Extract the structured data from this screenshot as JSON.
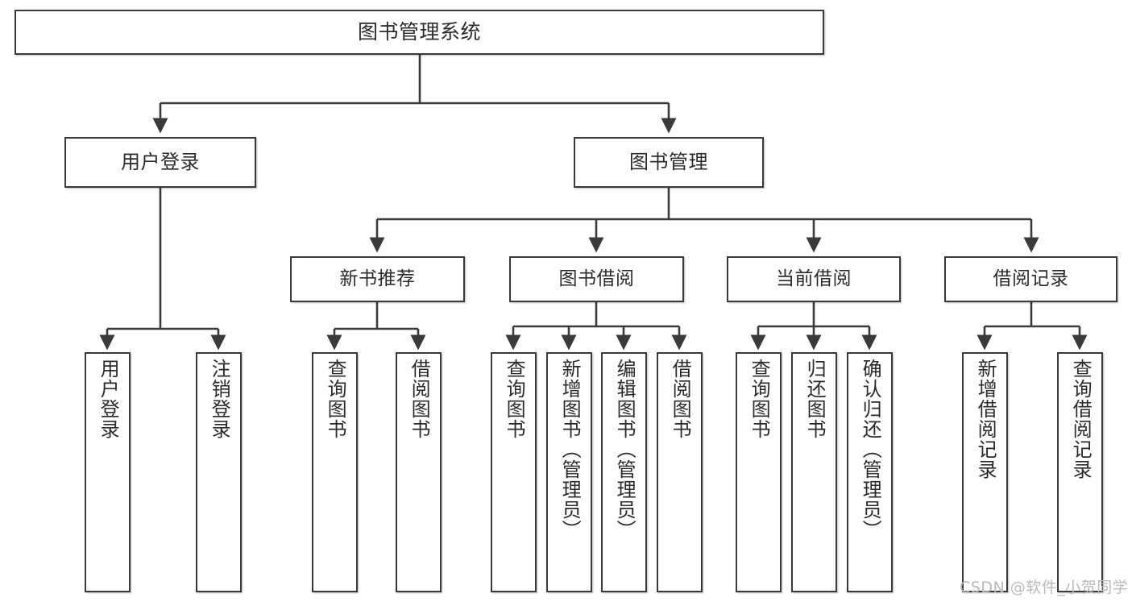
{
  "diagram": {
    "type": "tree",
    "title": "图书管理系统",
    "watermark": "CSDN @软件_小贺同学",
    "colors": {
      "stroke": "#3a3a3a",
      "fill": "#ffffff",
      "text": "#2b2b2b",
      "watermark": "#b9b9b9",
      "background": "#ffffff"
    },
    "levels": {
      "root": {
        "label": "图书管理系统"
      },
      "level2": [
        {
          "id": "user-login",
          "label": "用户登录"
        },
        {
          "id": "book-manage",
          "label": "图书管理"
        }
      ],
      "level3": [
        {
          "id": "new-book-recommend",
          "label": "新书推荐"
        },
        {
          "id": "book-borrow",
          "label": "图书借阅"
        },
        {
          "id": "current-borrow",
          "label": "当前借阅"
        },
        {
          "id": "borrow-record",
          "label": "借阅记录"
        }
      ],
      "leaves": [
        {
          "id": "leaf-user-login",
          "label": "用户登录",
          "parent": "user-login"
        },
        {
          "id": "leaf-user-logout",
          "label": "注销登录",
          "parent": "user-login"
        },
        {
          "id": "leaf-query-book-1",
          "label": "查询图书",
          "parent": "new-book-recommend"
        },
        {
          "id": "leaf-borrow-book-1",
          "label": "借阅图书",
          "parent": "new-book-recommend"
        },
        {
          "id": "leaf-query-book-2",
          "label": "查询图书",
          "parent": "book-borrow"
        },
        {
          "id": "leaf-add-book",
          "label": "新增图书（管理员）",
          "parent": "book-borrow"
        },
        {
          "id": "leaf-edit-book",
          "label": "编辑图书（管理员）",
          "parent": "book-borrow"
        },
        {
          "id": "leaf-borrow-book-2",
          "label": "借阅图书",
          "parent": "book-borrow"
        },
        {
          "id": "leaf-query-book-3",
          "label": "查询图书",
          "parent": "current-borrow"
        },
        {
          "id": "leaf-return-book",
          "label": "归还图书",
          "parent": "current-borrow"
        },
        {
          "id": "leaf-confirm-return",
          "label": "确认归还（管理员）",
          "parent": "current-borrow"
        },
        {
          "id": "leaf-add-record",
          "label": "新增借阅记录",
          "parent": "borrow-record"
        },
        {
          "id": "leaf-query-record",
          "label": "查询借阅记录",
          "parent": "borrow-record"
        }
      ]
    }
  }
}
